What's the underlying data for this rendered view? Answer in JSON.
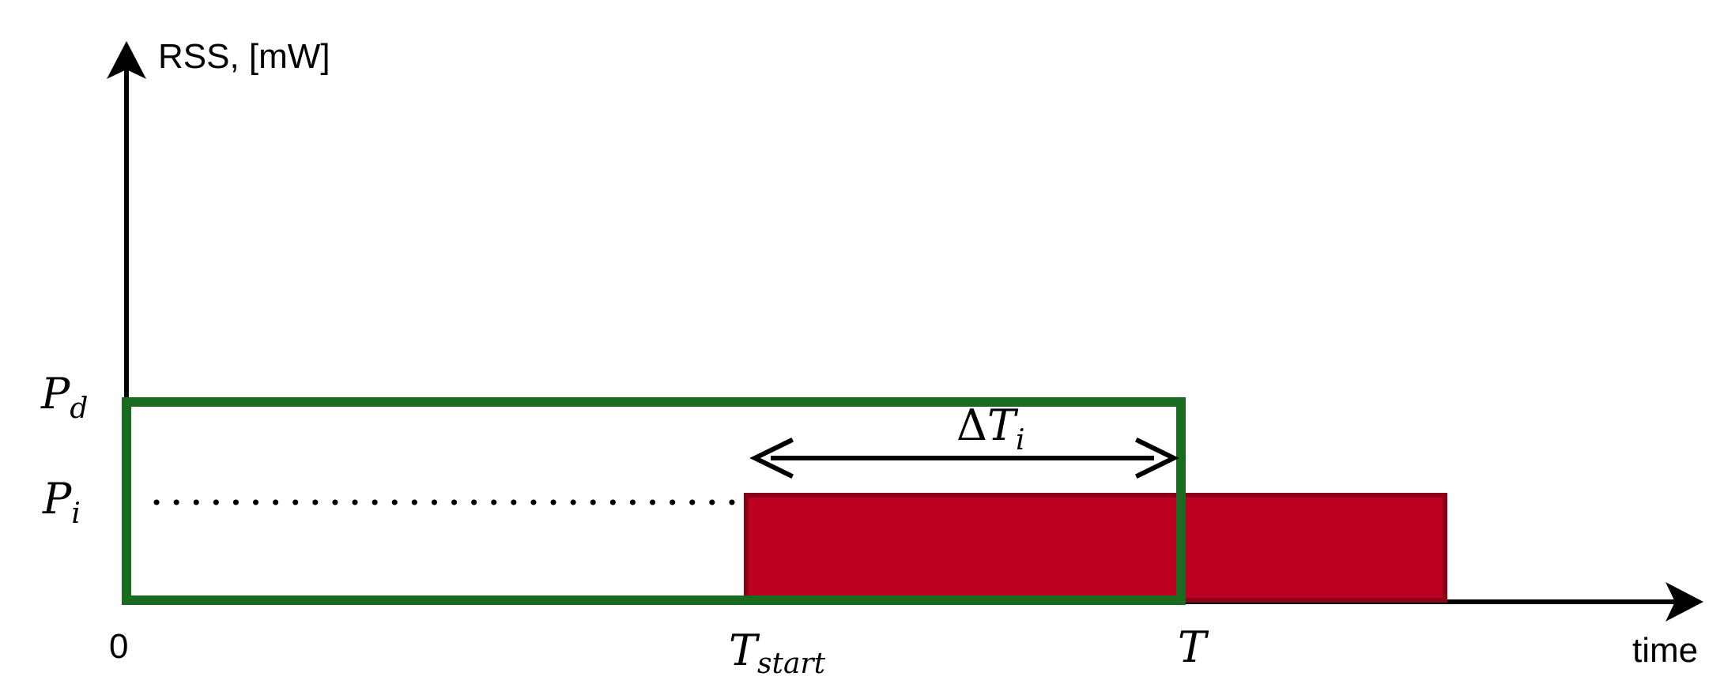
{
  "y_axis_label": "RSS, [mW]",
  "x_axis_label": "time",
  "origin_label": "0",
  "levels": {
    "p_d": {
      "symbol": "P",
      "subscript": "d"
    },
    "p_i": {
      "symbol": "P",
      "subscript": "i"
    }
  },
  "times": {
    "t_start": {
      "symbol": "T",
      "subscript": "start"
    },
    "t": {
      "symbol": "T"
    }
  },
  "delta": {
    "prefix": "Δ",
    "symbol": "T",
    "subscript": "i"
  },
  "colors": {
    "axis": "#000000",
    "green_frame": "#1a6b1f",
    "red_fill": "#bd0021",
    "red_edge": "#8a0016"
  }
}
